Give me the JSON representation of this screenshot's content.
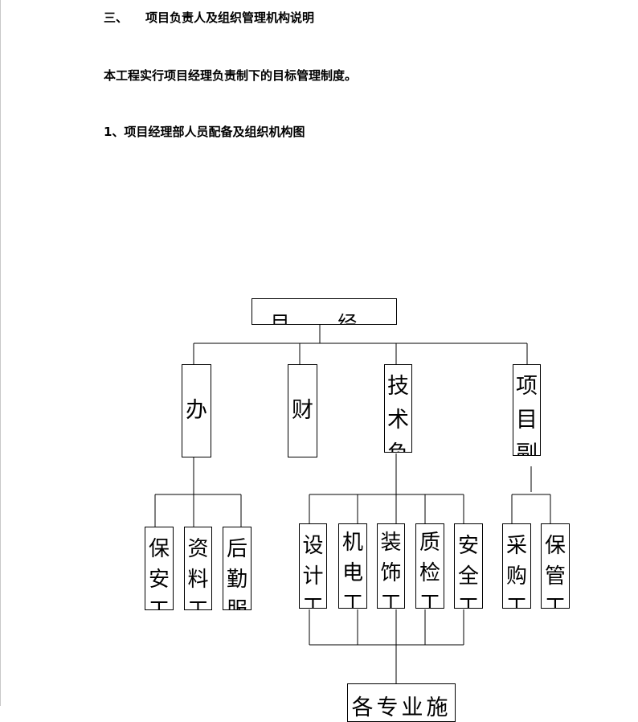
{
  "heading": {
    "number": "三、",
    "title": "项目负责人及组织管理机构说明"
  },
  "paragraph": "本工程实行项目经理负责制下的目标管理制度。",
  "subheading": "1、项目经理部人员配备及组织机构图",
  "org_chart": {
    "top": "目 经",
    "level2": [
      {
        "id": "office",
        "chars": [
          "办"
        ]
      },
      {
        "id": "finance",
        "chars": [
          "财"
        ]
      },
      {
        "id": "tech",
        "chars": [
          "技",
          "术",
          "负"
        ]
      },
      {
        "id": "deputy",
        "chars": [
          "项",
          "目",
          "副"
        ]
      }
    ],
    "level3": [
      {
        "id": "security",
        "chars": [
          "保",
          "安",
          "工"
        ]
      },
      {
        "id": "archive",
        "chars": [
          "资",
          "料",
          "工"
        ]
      },
      {
        "id": "logistics",
        "chars": [
          "后",
          "勤",
          "服"
        ]
      },
      {
        "id": "design",
        "chars": [
          "设",
          "计",
          "工"
        ]
      },
      {
        "id": "mep",
        "chars": [
          "机",
          "电",
          "工"
        ]
      },
      {
        "id": "decoration",
        "chars": [
          "装",
          "饰",
          "工"
        ]
      },
      {
        "id": "qc",
        "chars": [
          "质",
          "检",
          "工"
        ]
      },
      {
        "id": "safety",
        "chars": [
          "安",
          "全",
          "工"
        ]
      },
      {
        "id": "purchase",
        "chars": [
          "采",
          "购",
          "工"
        ]
      },
      {
        "id": "custody",
        "chars": [
          "保",
          "管",
          "工"
        ]
      }
    ],
    "bottom": "各专业施"
  }
}
